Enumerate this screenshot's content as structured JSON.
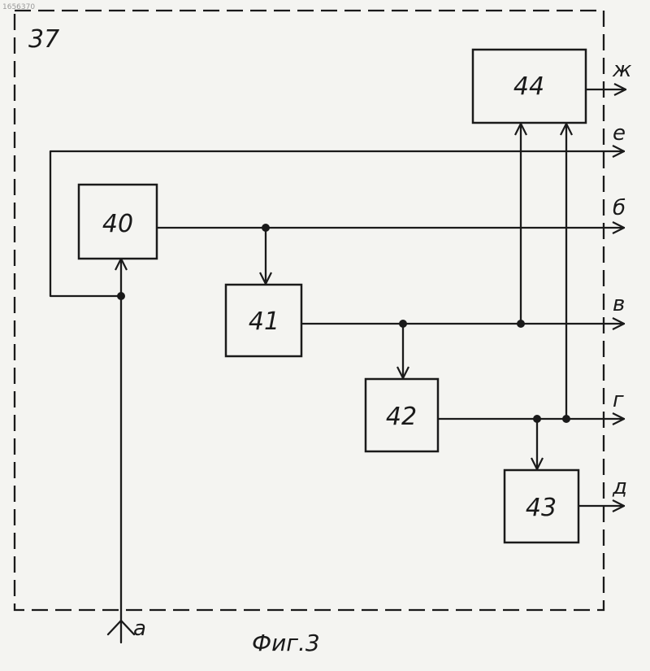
{
  "corner_id": "1656370",
  "frame": {
    "label": "37"
  },
  "blocks": {
    "b40": "40",
    "b41": "41",
    "b42": "42",
    "b43": "43",
    "b44": "44"
  },
  "signals": {
    "a": "а",
    "b": "б",
    "v": "в",
    "g": "г",
    "d": "д",
    "e": "е",
    "zh": "ж"
  },
  "caption": "Фиг.3"
}
